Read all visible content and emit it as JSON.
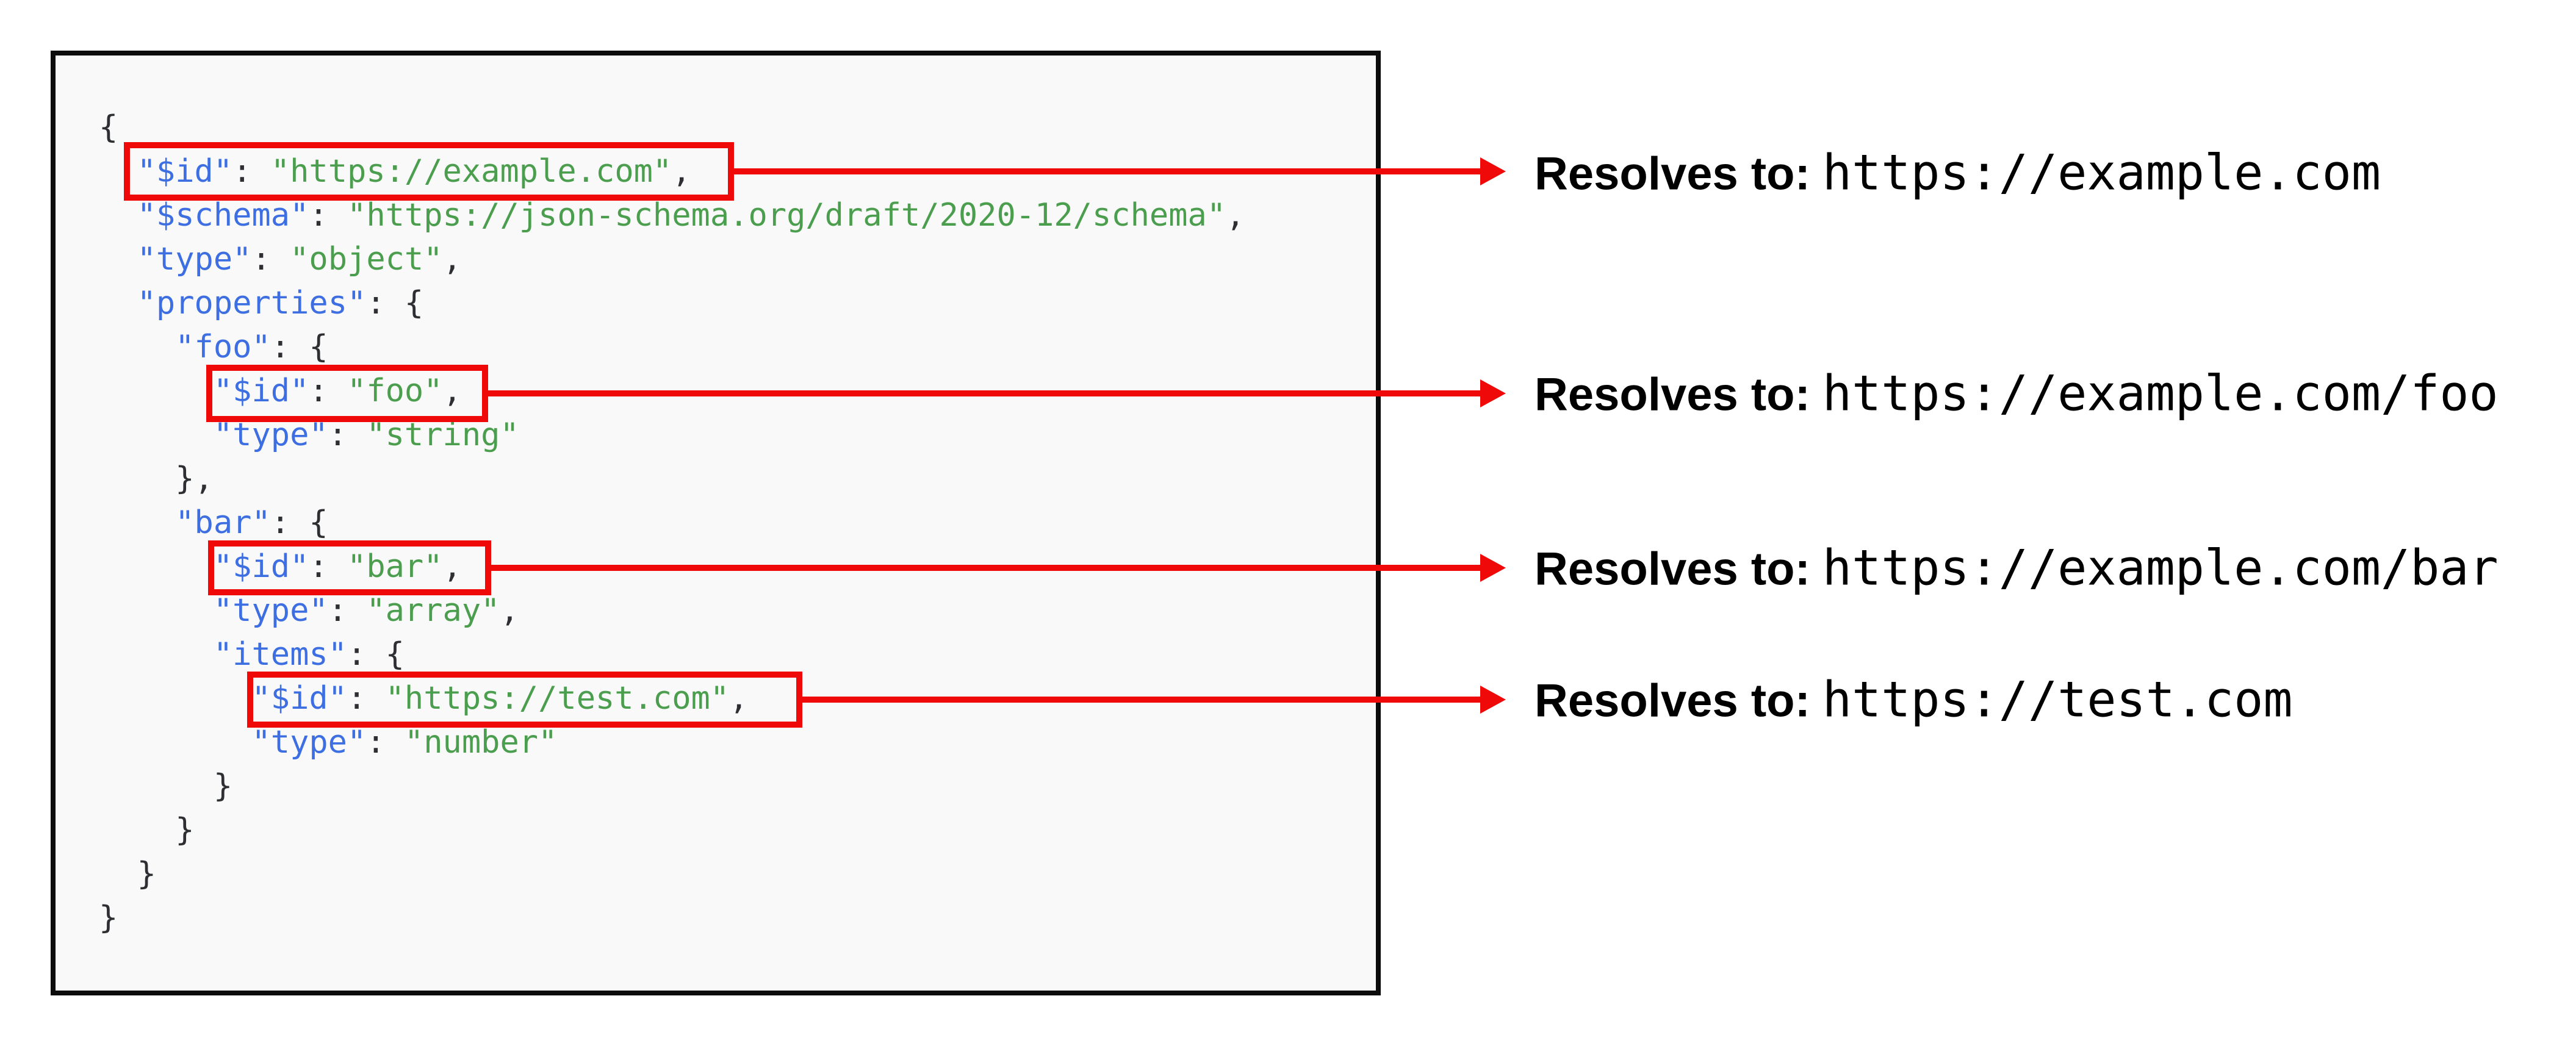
{
  "colors": {
    "key": "#3d6fe3",
    "string": "#4c9e4f",
    "punctuation": "#2d2f33",
    "highlight_red": "#ef0909",
    "panel_background": "#f9f9f9",
    "panel_border": "#0c0c0c"
  },
  "code_block": {
    "language": "json-schema",
    "lines": [
      {
        "tokens": [
          {
            "t": "{",
            "c": "punc"
          }
        ]
      },
      {
        "tokens": [
          {
            "t": "  ",
            "c": "punc"
          },
          {
            "t": "\"$id\"",
            "c": "key"
          },
          {
            "t": ": ",
            "c": "punc"
          },
          {
            "t": "\"https://example.com\"",
            "c": "str"
          },
          {
            "t": ",",
            "c": "punc"
          }
        ],
        "highlighted": true
      },
      {
        "tokens": [
          {
            "t": "  ",
            "c": "punc"
          },
          {
            "t": "\"$schema\"",
            "c": "key"
          },
          {
            "t": ": ",
            "c": "punc"
          },
          {
            "t": "\"https://json-schema.org/draft/2020-12/schema\"",
            "c": "str"
          },
          {
            "t": ",",
            "c": "punc"
          }
        ]
      },
      {
        "tokens": [
          {
            "t": "  ",
            "c": "punc"
          },
          {
            "t": "\"type\"",
            "c": "key"
          },
          {
            "t": ": ",
            "c": "punc"
          },
          {
            "t": "\"object\"",
            "c": "str"
          },
          {
            "t": ",",
            "c": "punc"
          }
        ]
      },
      {
        "tokens": [
          {
            "t": "  ",
            "c": "punc"
          },
          {
            "t": "\"properties\"",
            "c": "key"
          },
          {
            "t": ": {",
            "c": "punc"
          }
        ]
      },
      {
        "tokens": [
          {
            "t": "    ",
            "c": "punc"
          },
          {
            "t": "\"foo\"",
            "c": "key"
          },
          {
            "t": ": {",
            "c": "punc"
          }
        ]
      },
      {
        "tokens": [
          {
            "t": "      ",
            "c": "punc"
          },
          {
            "t": "\"$id\"",
            "c": "key"
          },
          {
            "t": ": ",
            "c": "punc"
          },
          {
            "t": "\"foo\"",
            "c": "str"
          },
          {
            "t": ",",
            "c": "punc"
          }
        ],
        "highlighted": true
      },
      {
        "tokens": [
          {
            "t": "      ",
            "c": "punc"
          },
          {
            "t": "\"type\"",
            "c": "key"
          },
          {
            "t": ": ",
            "c": "punc"
          },
          {
            "t": "\"string\"",
            "c": "str"
          }
        ]
      },
      {
        "tokens": [
          {
            "t": "    },",
            "c": "punc"
          }
        ]
      },
      {
        "tokens": [
          {
            "t": "    ",
            "c": "punc"
          },
          {
            "t": "\"bar\"",
            "c": "key"
          },
          {
            "t": ": {",
            "c": "punc"
          }
        ]
      },
      {
        "tokens": [
          {
            "t": "      ",
            "c": "punc"
          },
          {
            "t": "\"$id\"",
            "c": "key"
          },
          {
            "t": ": ",
            "c": "punc"
          },
          {
            "t": "\"bar\"",
            "c": "str"
          },
          {
            "t": ",",
            "c": "punc"
          }
        ],
        "highlighted": true
      },
      {
        "tokens": [
          {
            "t": "      ",
            "c": "punc"
          },
          {
            "t": "\"type\"",
            "c": "key"
          },
          {
            "t": ": ",
            "c": "punc"
          },
          {
            "t": "\"array\"",
            "c": "str"
          },
          {
            "t": ",",
            "c": "punc"
          }
        ]
      },
      {
        "tokens": [
          {
            "t": "      ",
            "c": "punc"
          },
          {
            "t": "\"items\"",
            "c": "key"
          },
          {
            "t": ": {",
            "c": "punc"
          }
        ]
      },
      {
        "tokens": [
          {
            "t": "        ",
            "c": "punc"
          },
          {
            "t": "\"$id\"",
            "c": "key"
          },
          {
            "t": ": ",
            "c": "punc"
          },
          {
            "t": "\"https://test.com\"",
            "c": "str"
          },
          {
            "t": ",",
            "c": "punc"
          }
        ],
        "highlighted": true
      },
      {
        "tokens": [
          {
            "t": "        ",
            "c": "punc"
          },
          {
            "t": "\"type\"",
            "c": "key"
          },
          {
            "t": ": ",
            "c": "punc"
          },
          {
            "t": "\"number\"",
            "c": "str"
          }
        ]
      },
      {
        "tokens": [
          {
            "t": "      }",
            "c": "punc"
          }
        ]
      },
      {
        "tokens": [
          {
            "t": "    }",
            "c": "punc"
          }
        ]
      },
      {
        "tokens": [
          {
            "t": "  }",
            "c": "punc"
          }
        ]
      },
      {
        "tokens": [
          {
            "t": "}",
            "c": "punc"
          }
        ]
      }
    ]
  },
  "annotations": [
    {
      "label": "Resolves to:",
      "url": "https://example.com"
    },
    {
      "label": "Resolves to:",
      "url": "https://example.com/foo"
    },
    {
      "label": "Resolves to:",
      "url": "https://example.com/bar"
    },
    {
      "label": "Resolves to:",
      "url": "https://test.com"
    }
  ]
}
